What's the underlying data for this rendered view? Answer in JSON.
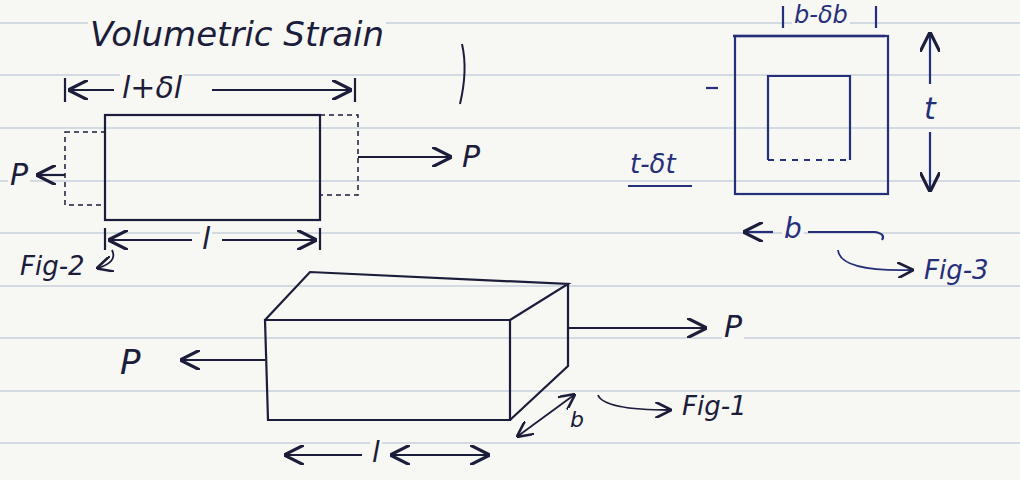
{
  "diagram": {
    "title": "Volumetric Strain",
    "labels": [
      "l+δl",
      "P",
      "P",
      "l",
      "Fig-2",
      "b-δb",
      "t-δt",
      "t",
      "b",
      "Fig-3",
      "P",
      "P",
      "b",
      "Fig-1",
      "l"
    ]
  }
}
